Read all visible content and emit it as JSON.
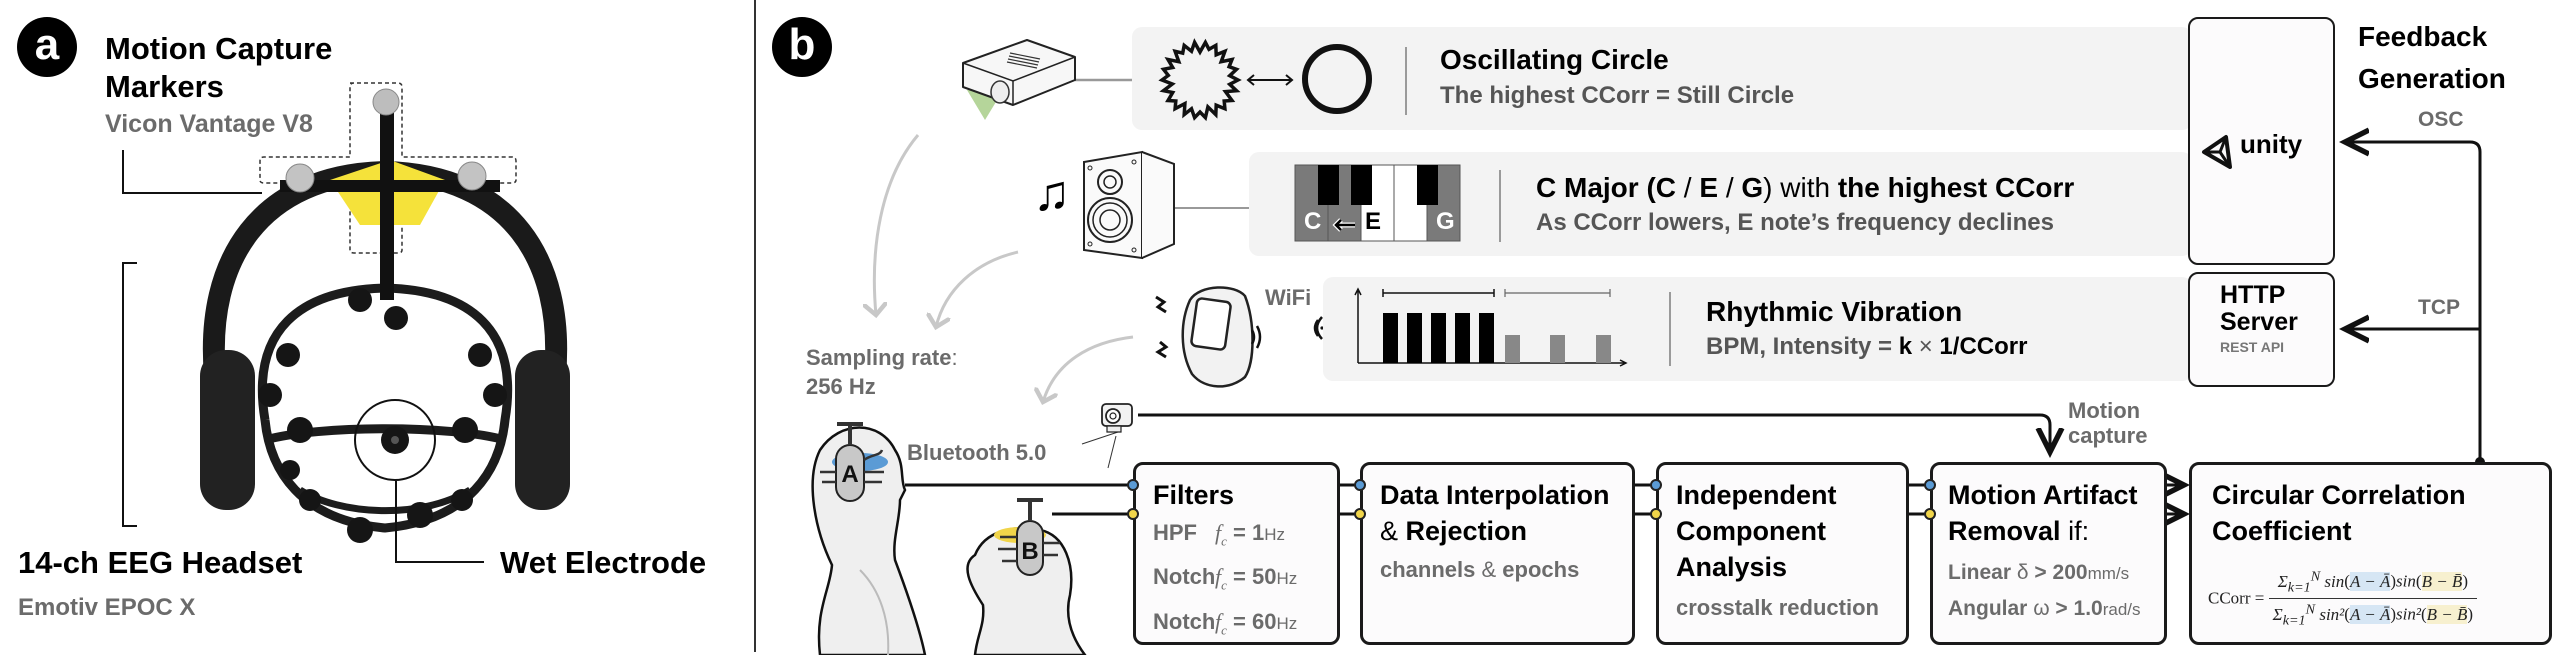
{
  "panel_a": {
    "badge": "a",
    "markers_title_line1": "Motion Capture",
    "markers_title_line2": "Markers",
    "markers_subtitle": "Vicon Vantage V8",
    "headset_title": "14-ch EEG Headset",
    "headset_subtitle": "Emotiv EPOC X",
    "electrode_label": "Wet Electrode"
  },
  "panel_b": {
    "badge": "b",
    "feedback": [
      {
        "title": "Oscillating Circle",
        "subtitle": "The highest CCorr = Still Circle",
        "device": "projector"
      },
      {
        "title_parts": [
          "C Major (",
          "C",
          " / ",
          "E",
          " / ",
          "G",
          ") with ",
          "the highest CCorr"
        ],
        "subtitle": "As CCorr lowers, E note’s frequency declines",
        "device": "speaker",
        "keys": {
          "c": "C",
          "e": "E",
          "g": "G"
        }
      },
      {
        "title": "Rhythmic Vibration",
        "subtitle_parts": [
          "BPM, Intensity = ",
          "k",
          " × ",
          "1/CCorr"
        ],
        "device": "smartwatch",
        "connection": "WiFi"
      }
    ],
    "sampling_rate_label": "Sampling rate",
    "sampling_rate_value": "256 Hz",
    "bluetooth_label": "Bluetooth 5.0",
    "motion_capture_label_line1": "Motion",
    "motion_capture_label_line2": "capture",
    "participants": [
      "A",
      "B"
    ],
    "pipeline": {
      "filters": {
        "title": "Filters",
        "rows": [
          {
            "name": "HPF",
            "value": "1",
            "unit": "Hz"
          },
          {
            "name": "Notch",
            "value": "50",
            "unit": "Hz"
          },
          {
            "name": "Notch",
            "value": "60",
            "unit": "Hz"
          }
        ]
      },
      "interpolation": {
        "title_line1": "Data Interpolation",
        "title_line2_amp": "& ",
        "title_line2": "Rejection",
        "subtitle_a": "channels",
        "subtitle_amp": " & ",
        "subtitle_b": "epochs"
      },
      "ica": {
        "title_line1": "Independent",
        "title_line2": "Component",
        "title_line3": "Analysis",
        "subtitle": "crosstalk reduction"
      },
      "motion_artifact": {
        "title_line1": "Motion Artifact",
        "title_line2": "Removal",
        "title_line2_suffix": " if:",
        "linear": {
          "name": "Linear",
          "symbol": "δ",
          "value": "200",
          "unit": "mm/s"
        },
        "angular": {
          "name": "Angular",
          "symbol": "ω",
          "value": "1.0",
          "unit": "rad/s"
        }
      },
      "ccorr": {
        "title_line1": "Circular Correlation",
        "title_line2": "Coefficient",
        "lhs": "CCorr =",
        "numerator": "Σ_{k=1}^{N} sin(A − Ā) sin(B − B̄)",
        "denominator": "Σ_{k=1}^{N} sin²(A − Ā) sin²(B − B̄)"
      }
    },
    "feedback_generation": {
      "title_line1": "Feedback",
      "title_line2": "Generation",
      "unity_label": "unity",
      "http_title_line1": "HTTP",
      "http_title_line2": "Server",
      "http_subtitle": "REST API",
      "osc_label": "OSC",
      "tcp_label": "TCP"
    },
    "colors": {
      "participant_a": "#5b9bd5",
      "participant_b": "#f1d54a",
      "projector_light": "#b5d59a"
    }
  }
}
